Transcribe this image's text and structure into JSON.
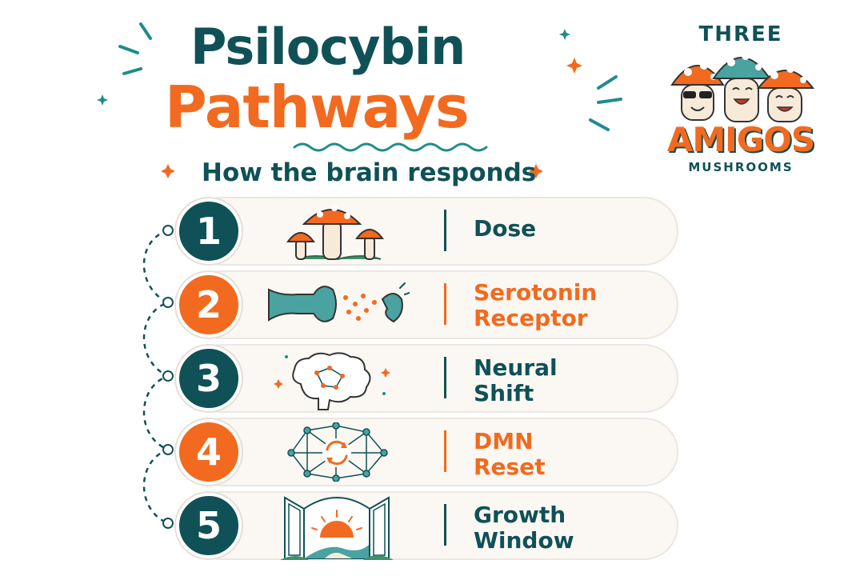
{
  "header": {
    "title_line1": "Psilocybin",
    "title_line2": "Pathways",
    "subtitle": "How the brain responds"
  },
  "logo": {
    "top": "THREE",
    "middle": "AMIGOS",
    "bottom": "MUSHROOMS"
  },
  "colors": {
    "teal": "#0f5156",
    "orange": "#f26a1f",
    "row_bg": "#fbf7f2",
    "accent_teal_light": "#4aa3a0"
  },
  "steps": [
    {
      "number": "1",
      "label_line1": "Dose",
      "label_line2": "",
      "color": "teal",
      "icon": "mushrooms-icon"
    },
    {
      "number": "2",
      "label_line1": "Serotonin",
      "label_line2": "Receptor",
      "color": "orange",
      "icon": "receptor-icon"
    },
    {
      "number": "3",
      "label_line1": "Neural",
      "label_line2": "Shift",
      "color": "teal",
      "icon": "brain-network-icon"
    },
    {
      "number": "4",
      "label_line1": "DMN",
      "label_line2": "Reset",
      "color": "orange",
      "icon": "network-reset-icon"
    },
    {
      "number": "5",
      "label_line1": "Growth",
      "label_line2": "Window",
      "color": "teal",
      "icon": "open-window-sunrise-icon"
    }
  ]
}
